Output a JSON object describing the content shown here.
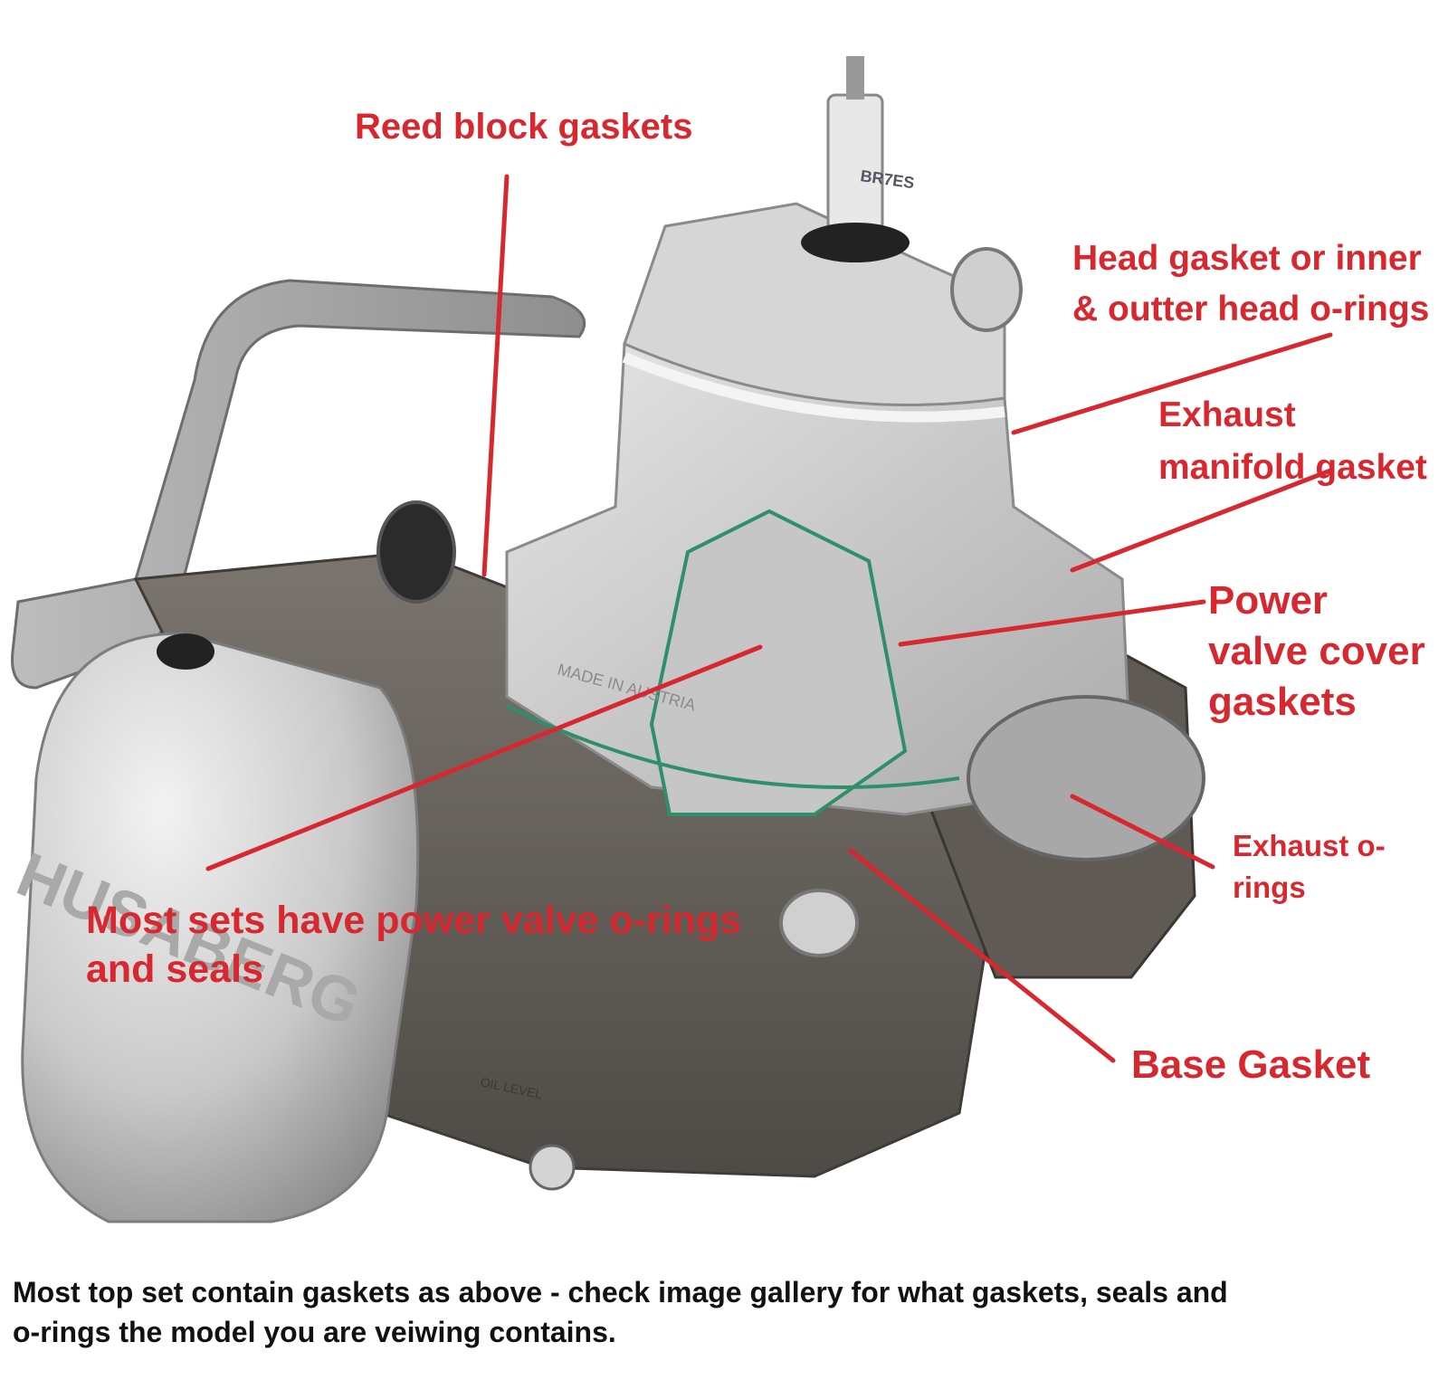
{
  "colors": {
    "callout": "#d7282f",
    "caption": "#111111",
    "metal_light": "#d9d9d9",
    "metal_dark": "#6e6a64",
    "gasket": "#2f8f6a"
  },
  "engine": {
    "cover_logo": "HUSABERG",
    "stamp_made_in": "MADE IN AUSTRIA",
    "stamp_oil_level": "OIL LEVEL",
    "plug_code": "BR7ES"
  },
  "callouts": {
    "reed_block": [
      "Reed block gaskets"
    ],
    "head": [
      "Head gasket or inner",
      "& outter head o-rings"
    ],
    "exhaust_manifold": [
      "Exhaust",
      "manifold gasket"
    ],
    "power_valve_cover": [
      "Power",
      "valve cover",
      "gaskets"
    ],
    "exhaust_orings": [
      "Exhaust o-",
      "rings"
    ],
    "power_valve_orings": [
      "Most sets have power valve o-rings",
      "and seals"
    ],
    "base": [
      "Base Gasket"
    ]
  },
  "caption": {
    "lines": [
      "Most top set contain gaskets as above - check image gallery for what gaskets, seals and",
      "o-rings the model you are veiwing contains."
    ]
  }
}
